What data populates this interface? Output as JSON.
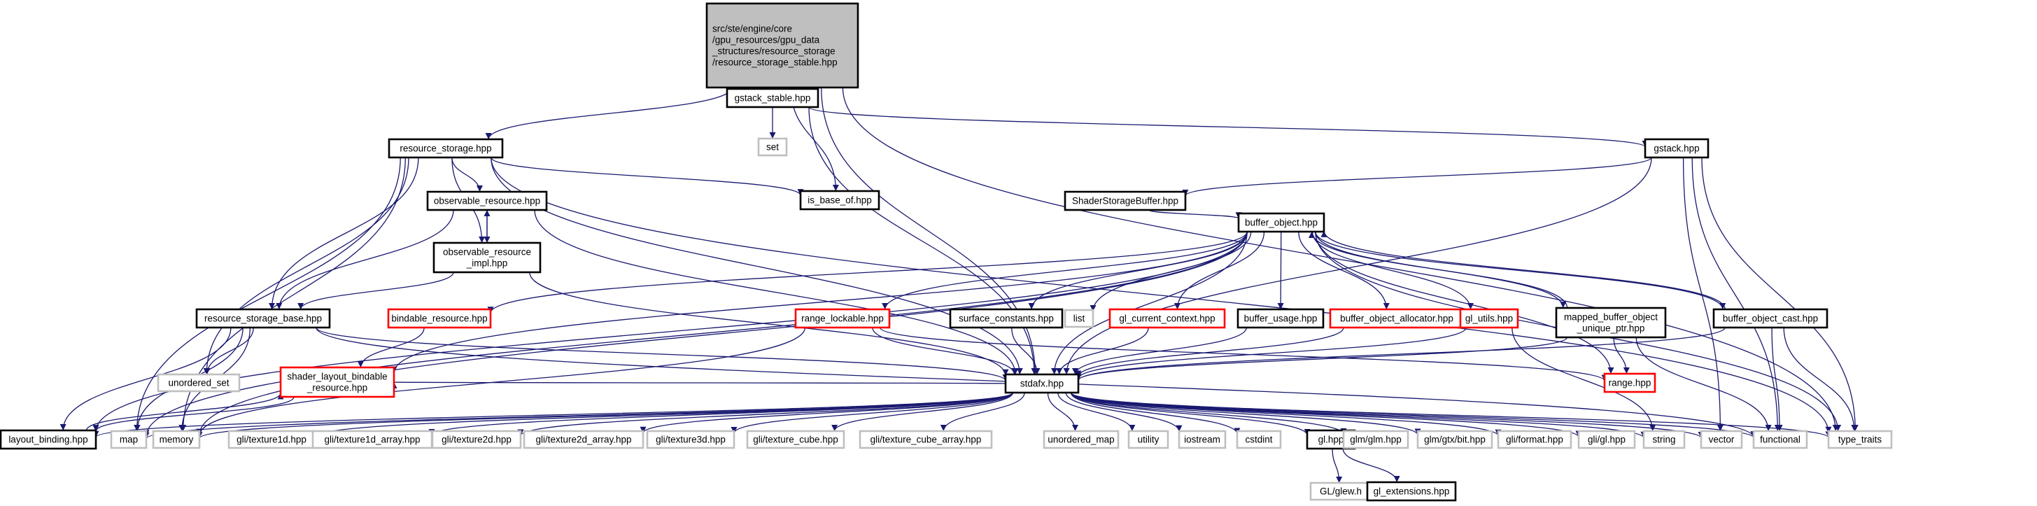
{
  "diagram": {
    "nodes": [
      {
        "id": "root",
        "lines": [
          "src/ste/engine/core",
          "/gpu_resources/gpu_data",
          "_structures/resource_storage",
          "/resource_storage_stable.hpp"
        ],
        "style": "current"
      },
      {
        "id": "gstack_stable",
        "lines": [
          "gstack_stable.hpp"
        ],
        "style": "normal"
      },
      {
        "id": "set",
        "lines": [
          "set"
        ],
        "style": "external"
      },
      {
        "id": "gstack",
        "lines": [
          "gstack.hpp"
        ],
        "style": "normal"
      },
      {
        "id": "resource_storage",
        "lines": [
          "resource_storage.hpp"
        ],
        "style": "normal"
      },
      {
        "id": "is_base_of",
        "lines": [
          "is_base_of.hpp"
        ],
        "style": "normal"
      },
      {
        "id": "observable_resource",
        "lines": [
          "observable_resource.hpp"
        ],
        "style": "normal"
      },
      {
        "id": "observable_resource_impl",
        "lines": [
          "observable_resource",
          "_impl.hpp"
        ],
        "style": "normal"
      },
      {
        "id": "ShaderStorageBuffer",
        "lines": [
          "ShaderStorageBuffer.hpp"
        ],
        "style": "normal"
      },
      {
        "id": "buffer_object",
        "lines": [
          "buffer_object.hpp"
        ],
        "style": "normal"
      },
      {
        "id": "resource_storage_base",
        "lines": [
          "resource_storage_base.hpp"
        ],
        "style": "normal"
      },
      {
        "id": "bindable_resource",
        "lines": [
          "bindable_resource.hpp"
        ],
        "style": "truncated"
      },
      {
        "id": "range_lockable",
        "lines": [
          "range_lockable.hpp"
        ],
        "style": "truncated"
      },
      {
        "id": "surface_constants",
        "lines": [
          "surface_constants.hpp"
        ],
        "style": "normal"
      },
      {
        "id": "list",
        "lines": [
          "list"
        ],
        "style": "external"
      },
      {
        "id": "gl_current_context",
        "lines": [
          "gl_current_context.hpp"
        ],
        "style": "truncated"
      },
      {
        "id": "buffer_usage",
        "lines": [
          "buffer_usage.hpp"
        ],
        "style": "normal"
      },
      {
        "id": "buffer_object_allocator",
        "lines": [
          "buffer_object_allocator.hpp"
        ],
        "style": "truncated"
      },
      {
        "id": "gl_utils",
        "lines": [
          "gl_utils.hpp"
        ],
        "style": "truncated"
      },
      {
        "id": "mapped_buffer_object",
        "lines": [
          "mapped_buffer_object",
          "_unique_ptr.hpp"
        ],
        "style": "normal"
      },
      {
        "id": "buffer_object_cast",
        "lines": [
          "buffer_object_cast.hpp"
        ],
        "style": "normal"
      },
      {
        "id": "unordered_set",
        "lines": [
          "unordered_set"
        ],
        "style": "external"
      },
      {
        "id": "shader_layout_bindable",
        "lines": [
          "shader_layout_bindable",
          "_resource.hpp"
        ],
        "style": "truncated"
      },
      {
        "id": "range",
        "lines": [
          "range.hpp"
        ],
        "style": "truncated"
      },
      {
        "id": "stdafx",
        "lines": [
          "stdafx.hpp"
        ],
        "style": "normal"
      },
      {
        "id": "layout_binding",
        "lines": [
          "layout_binding.hpp"
        ],
        "style": "normal"
      },
      {
        "id": "map",
        "lines": [
          "map"
        ],
        "style": "external"
      },
      {
        "id": "memory",
        "lines": [
          "memory"
        ],
        "style": "external"
      },
      {
        "id": "texture1d",
        "lines": [
          "gli/texture1d.hpp"
        ],
        "style": "external"
      },
      {
        "id": "texture1d_array",
        "lines": [
          "gli/texture1d_array.hpp"
        ],
        "style": "external"
      },
      {
        "id": "texture2d",
        "lines": [
          "gli/texture2d.hpp"
        ],
        "style": "external"
      },
      {
        "id": "texture2d_array",
        "lines": [
          "gli/texture2d_array.hpp"
        ],
        "style": "external"
      },
      {
        "id": "texture3d",
        "lines": [
          "gli/texture3d.hpp"
        ],
        "style": "external"
      },
      {
        "id": "texture_cube",
        "lines": [
          "gli/texture_cube.hpp"
        ],
        "style": "external"
      },
      {
        "id": "texture_cube_array",
        "lines": [
          "gli/texture_cube_array.hpp"
        ],
        "style": "external"
      },
      {
        "id": "unordered_map",
        "lines": [
          "unordered_map"
        ],
        "style": "external"
      },
      {
        "id": "utility",
        "lines": [
          "utility"
        ],
        "style": "external"
      },
      {
        "id": "iostream",
        "lines": [
          "iostream"
        ],
        "style": "external"
      },
      {
        "id": "cstdint",
        "lines": [
          "cstdint"
        ],
        "style": "external"
      },
      {
        "id": "gl",
        "lines": [
          "gl.hpp"
        ],
        "style": "normal"
      },
      {
        "id": "glm",
        "lines": [
          "glm/glm.hpp"
        ],
        "style": "external"
      },
      {
        "id": "glm_bit",
        "lines": [
          "glm/gtx/bit.hpp"
        ],
        "style": "external"
      },
      {
        "id": "gli_format",
        "lines": [
          "gli/format.hpp"
        ],
        "style": "external"
      },
      {
        "id": "gli_gl",
        "lines": [
          "gli/gl.hpp"
        ],
        "style": "external"
      },
      {
        "id": "string",
        "lines": [
          "string"
        ],
        "style": "external"
      },
      {
        "id": "vector",
        "lines": [
          "vector"
        ],
        "style": "external"
      },
      {
        "id": "functional",
        "lines": [
          "functional"
        ],
        "style": "external"
      },
      {
        "id": "type_traits",
        "lines": [
          "type_traits"
        ],
        "style": "external"
      },
      {
        "id": "glew",
        "lines": [
          "GL/glew.h"
        ],
        "style": "external"
      },
      {
        "id": "gl_extensions",
        "lines": [
          "gl_extensions.hpp"
        ],
        "style": "normal"
      }
    ],
    "edges": [
      [
        "root",
        "resource_storage"
      ],
      [
        "root",
        "gstack_stable"
      ],
      [
        "root",
        "is_base_of"
      ],
      [
        "root",
        "stdafx"
      ],
      [
        "root",
        "type_traits"
      ],
      [
        "gstack_stable",
        "set"
      ],
      [
        "gstack_stable",
        "gstack"
      ],
      [
        "gstack_stable",
        "stdafx"
      ],
      [
        "gstack",
        "ShaderStorageBuffer"
      ],
      [
        "gstack",
        "stdafx"
      ],
      [
        "gstack",
        "vector"
      ],
      [
        "gstack",
        "functional"
      ],
      [
        "gstack",
        "type_traits"
      ],
      [
        "ShaderStorageBuffer",
        "buffer_object"
      ],
      [
        "resource_storage",
        "is_base_of"
      ],
      [
        "resource_storage",
        "observable_resource"
      ],
      [
        "resource_storage",
        "observable_resource_impl"
      ],
      [
        "resource_storage",
        "resource_storage_base"
      ],
      [
        "resource_storage",
        "stdafx"
      ],
      [
        "resource_storage",
        "type_traits"
      ],
      [
        "resource_storage",
        "unordered_set"
      ],
      [
        "resource_storage",
        "map"
      ],
      [
        "resource_storage",
        "memory"
      ],
      [
        "observable_resource",
        "observable_resource_impl"
      ],
      [
        "observable_resource",
        "resource_storage_base"
      ],
      [
        "observable_resource",
        "stdafx"
      ],
      [
        "observable_resource_impl",
        "observable_resource"
      ],
      [
        "observable_resource_impl",
        "resource_storage_base"
      ],
      [
        "observable_resource_impl",
        "stdafx"
      ],
      [
        "resource_storage_base",
        "unordered_set"
      ],
      [
        "resource_storage_base",
        "stdafx"
      ],
      [
        "resource_storage_base",
        "layout_binding"
      ],
      [
        "resource_storage_base",
        "map"
      ],
      [
        "resource_storage_base",
        "memory"
      ],
      [
        "resource_storage_base",
        "functional"
      ],
      [
        "bindable_resource",
        "shader_layout_bindable"
      ],
      [
        "shader_layout_bindable",
        "layout_binding"
      ],
      [
        "layout_binding",
        "shader_layout_bindable"
      ],
      [
        "buffer_object",
        "bindable_resource"
      ],
      [
        "buffer_object",
        "range_lockable"
      ],
      [
        "buffer_object",
        "surface_constants"
      ],
      [
        "buffer_object",
        "list"
      ],
      [
        "buffer_object",
        "gl_current_context"
      ],
      [
        "buffer_object",
        "buffer_usage"
      ],
      [
        "buffer_object",
        "buffer_object_allocator"
      ],
      [
        "buffer_object",
        "gl_utils"
      ],
      [
        "buffer_object",
        "mapped_buffer_object"
      ],
      [
        "buffer_object",
        "buffer_object_cast"
      ],
      [
        "buffer_object",
        "range"
      ],
      [
        "buffer_object",
        "stdafx"
      ],
      [
        "buffer_object",
        "shader_layout_bindable"
      ],
      [
        "buffer_object",
        "layout_binding"
      ],
      [
        "buffer_object",
        "type_traits"
      ],
      [
        "buffer_object",
        "memory"
      ],
      [
        "buffer_object",
        "map"
      ],
      [
        "mapped_buffer_object",
        "buffer_object"
      ],
      [
        "mapped_buffer_object",
        "range"
      ],
      [
        "mapped_buffer_object",
        "stdafx"
      ],
      [
        "mapped_buffer_object",
        "functional"
      ],
      [
        "buffer_object_cast",
        "buffer_object"
      ],
      [
        "buffer_object_cast",
        "stdafx"
      ],
      [
        "buffer_object_cast",
        "functional"
      ],
      [
        "buffer_object_cast",
        "type_traits"
      ],
      [
        "range_lockable",
        "range"
      ],
      [
        "range_lockable",
        "stdafx"
      ],
      [
        "range_lockable",
        "memory"
      ],
      [
        "surface_constants",
        "stdafx"
      ],
      [
        "gl_current_context",
        "stdafx"
      ],
      [
        "buffer_usage",
        "stdafx"
      ],
      [
        "buffer_object_allocator",
        "stdafx"
      ],
      [
        "gl_utils",
        "stdafx"
      ],
      [
        "gl_utils",
        "string"
      ],
      [
        "stdafx",
        "layout_binding"
      ],
      [
        "stdafx",
        "map"
      ],
      [
        "stdafx",
        "memory"
      ],
      [
        "stdafx",
        "texture1d"
      ],
      [
        "stdafx",
        "texture1d_array"
      ],
      [
        "stdafx",
        "texture2d"
      ],
      [
        "stdafx",
        "texture2d_array"
      ],
      [
        "stdafx",
        "texture3d"
      ],
      [
        "stdafx",
        "texture_cube"
      ],
      [
        "stdafx",
        "texture_cube_array"
      ],
      [
        "stdafx",
        "unordered_map"
      ],
      [
        "stdafx",
        "utility"
      ],
      [
        "stdafx",
        "iostream"
      ],
      [
        "stdafx",
        "cstdint"
      ],
      [
        "stdafx",
        "gl"
      ],
      [
        "stdafx",
        "glm"
      ],
      [
        "stdafx",
        "glm_bit"
      ],
      [
        "stdafx",
        "gli_format"
      ],
      [
        "stdafx",
        "gli_gl"
      ],
      [
        "stdafx",
        "string"
      ],
      [
        "stdafx",
        "vector"
      ],
      [
        "stdafx",
        "functional"
      ],
      [
        "stdafx",
        "type_traits"
      ],
      [
        "stdafx",
        "shader_layout_bindable"
      ],
      [
        "gl",
        "glew"
      ],
      [
        "gl",
        "gl_extensions"
      ]
    ]
  },
  "colors": {
    "edge": "#191970",
    "current_fill": "#bfbfbf",
    "current_border": "#000000",
    "normal_border": "#000000",
    "truncated_border": "#ff0000",
    "external_border": "#bfbfbf",
    "fill": "#ffffff"
  }
}
